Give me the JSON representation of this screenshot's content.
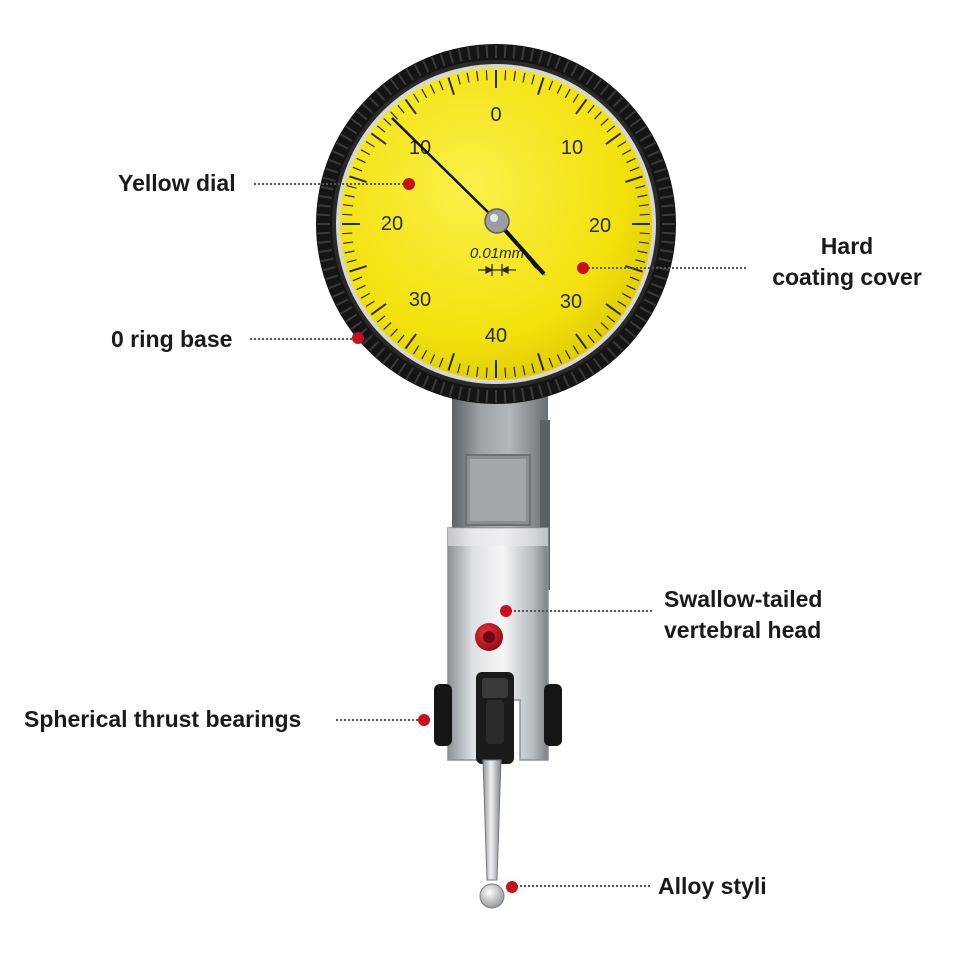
{
  "colors": {
    "dial_face": "#f2e10c",
    "bezel": "#141414",
    "marker": "#c8101c",
    "body_metal": "#c9ccd0",
    "label_text": "#1a1a1a"
  },
  "dial": {
    "top_numbers": [
      "0",
      "10",
      "10",
      "20",
      "20"
    ],
    "bottom_numbers": [
      "30",
      "30",
      "40"
    ],
    "unit": "0.01mm"
  },
  "labels": {
    "yellow_dial": "Yellow dial",
    "hard_coating_cover": [
      "Hard",
      "coating cover"
    ],
    "ring_base": "0 ring base",
    "swallow_tailed_head": [
      "Swallow-tailed",
      "vertebral head"
    ],
    "thrust_bearings": "Spherical thrust bearings",
    "alloy_styli": "Alloy styli"
  }
}
